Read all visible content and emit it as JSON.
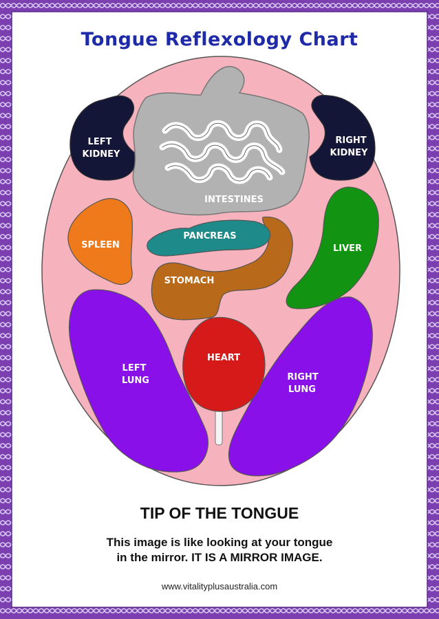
{
  "title": "Tongue Reflexology Chart",
  "organs": {
    "left_kidney": [
      "LEFT",
      "KIDNEY"
    ],
    "right_kidney": [
      "RIGHT",
      "KIDNEY"
    ],
    "intestines": "INTESTINES",
    "pancreas": "PANCREAS",
    "spleen": "SPLEEN",
    "liver": "LIVER",
    "stomach": "STOMACH",
    "heart": "HEART",
    "left_lung": [
      "LEFT",
      "LUNG"
    ],
    "right_lung": [
      "RIGHT",
      "LUNG"
    ]
  },
  "tip_label": "TIP OF THE TONGUE",
  "note_line1": "This image is like looking at your tongue",
  "note_line2": "in the mirror. IT IS A MIRROR IMAGE.",
  "website": "www.vitalityplusaustralia.com",
  "colors": {
    "border": "#7b3fb0",
    "title": "#1f2aa8",
    "tongue": "#f6b3bd",
    "kidney": "#141638",
    "intestines": "#b2b2b2",
    "pancreas": "#1e8a8a",
    "spleen": "#ee7a1c",
    "liver": "#129312",
    "stomach": "#b86a1a",
    "heart": "#d61a1a",
    "lung": "#8a10ea"
  }
}
